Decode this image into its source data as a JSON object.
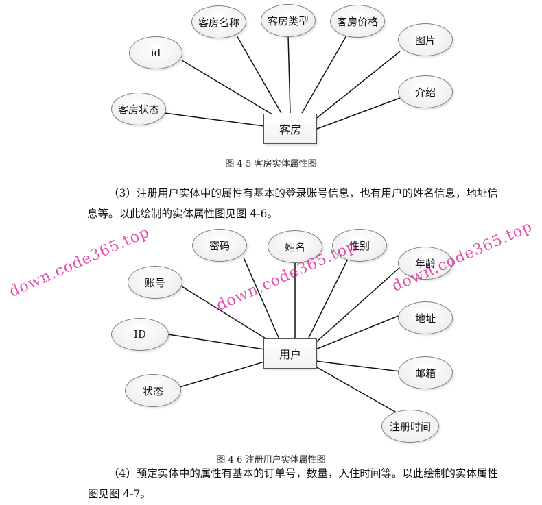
{
  "figure_45": {
    "entity": "客房",
    "attributes": [
      "id",
      "客房名称",
      "客房类型",
      "客房价格",
      "图片",
      "介绍",
      "客房状态"
    ],
    "caption": "图 4-5 客房实体属性图"
  },
  "paragraph_3": {
    "lines": [
      "（3）注册用户实体中的属性有基本的登录账号信息，也有用户的姓名信息，地址信",
      "息等。以此绘制的实体属性图见图 4-6。"
    ]
  },
  "figure_46": {
    "entity": "用户",
    "attributes": [
      "账号",
      "密码",
      "姓名",
      "性别",
      "年龄",
      "地址",
      "邮箱",
      "注册时间",
      "状态",
      "ID"
    ],
    "caption": "图 4-6 注册用户实体属性图"
  },
  "paragraph_4": {
    "lines": [
      "（4）预定实体中的属性有基本的订单号，数量，入住时间等。以此绘制的实体属性",
      "图见图 4-7。"
    ]
  },
  "watermarks": [
    "down.code365.top",
    "down.code365.top",
    "down.code365.top"
  ]
}
